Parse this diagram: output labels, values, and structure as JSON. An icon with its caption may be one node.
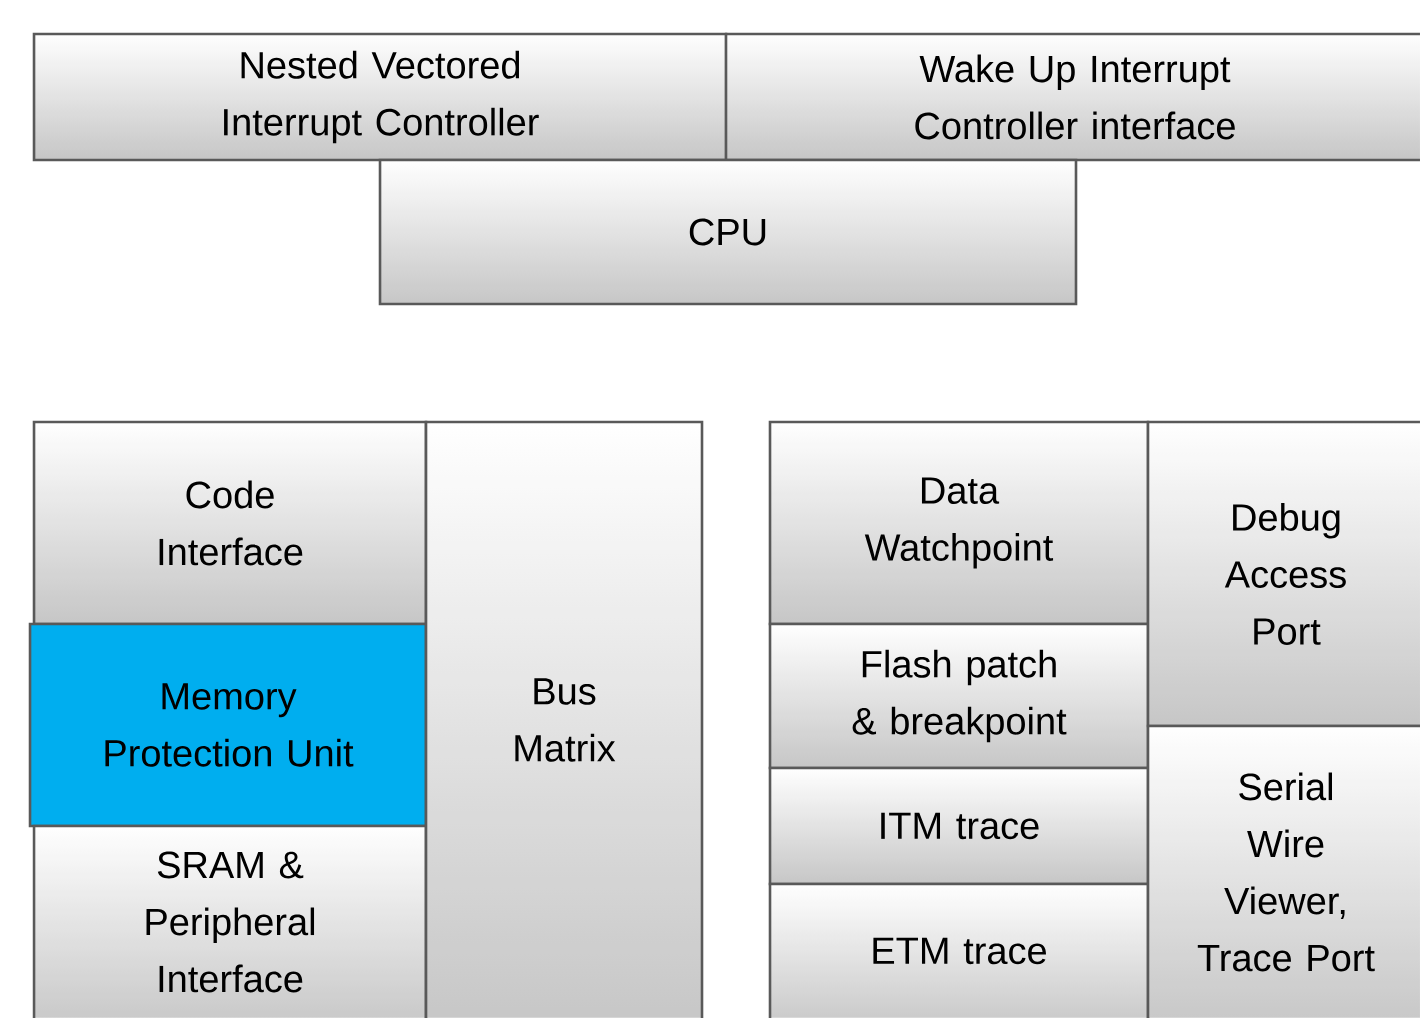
{
  "diagram": {
    "nodes": [
      {
        "text": [
          "Nested Vectored Interrupt Controller"
        ]
      },
      {
        "text": [
          "Wake Up Interrupt Controller interface"
        ]
      },
      {
        "text": [
          "CPU"
        ]
      },
      {
        "text": [
          "Code Interface"
        ]
      },
      {
        "text": [
          "Memory Protection Unit"
        ]
      },
      {
        "text": [
          "SRAM & Peripheral Interface"
        ]
      },
      {
        "text": [
          "Bus Matrix"
        ]
      },
      {
        "text": [
          "Data Watchpoint"
        ]
      },
      {
        "text": [
          "Flash patch & breakpoint"
        ]
      },
      {
        "text": [
          "ITM trace"
        ]
      },
      {
        "text": [
          "ETM trace"
        ]
      },
      {
        "text": [
          "Debug Access Port"
        ]
      },
      {
        "text": [
          "Serial Wire Viewer, Trace Port"
        ]
      }
    ]
  }
}
